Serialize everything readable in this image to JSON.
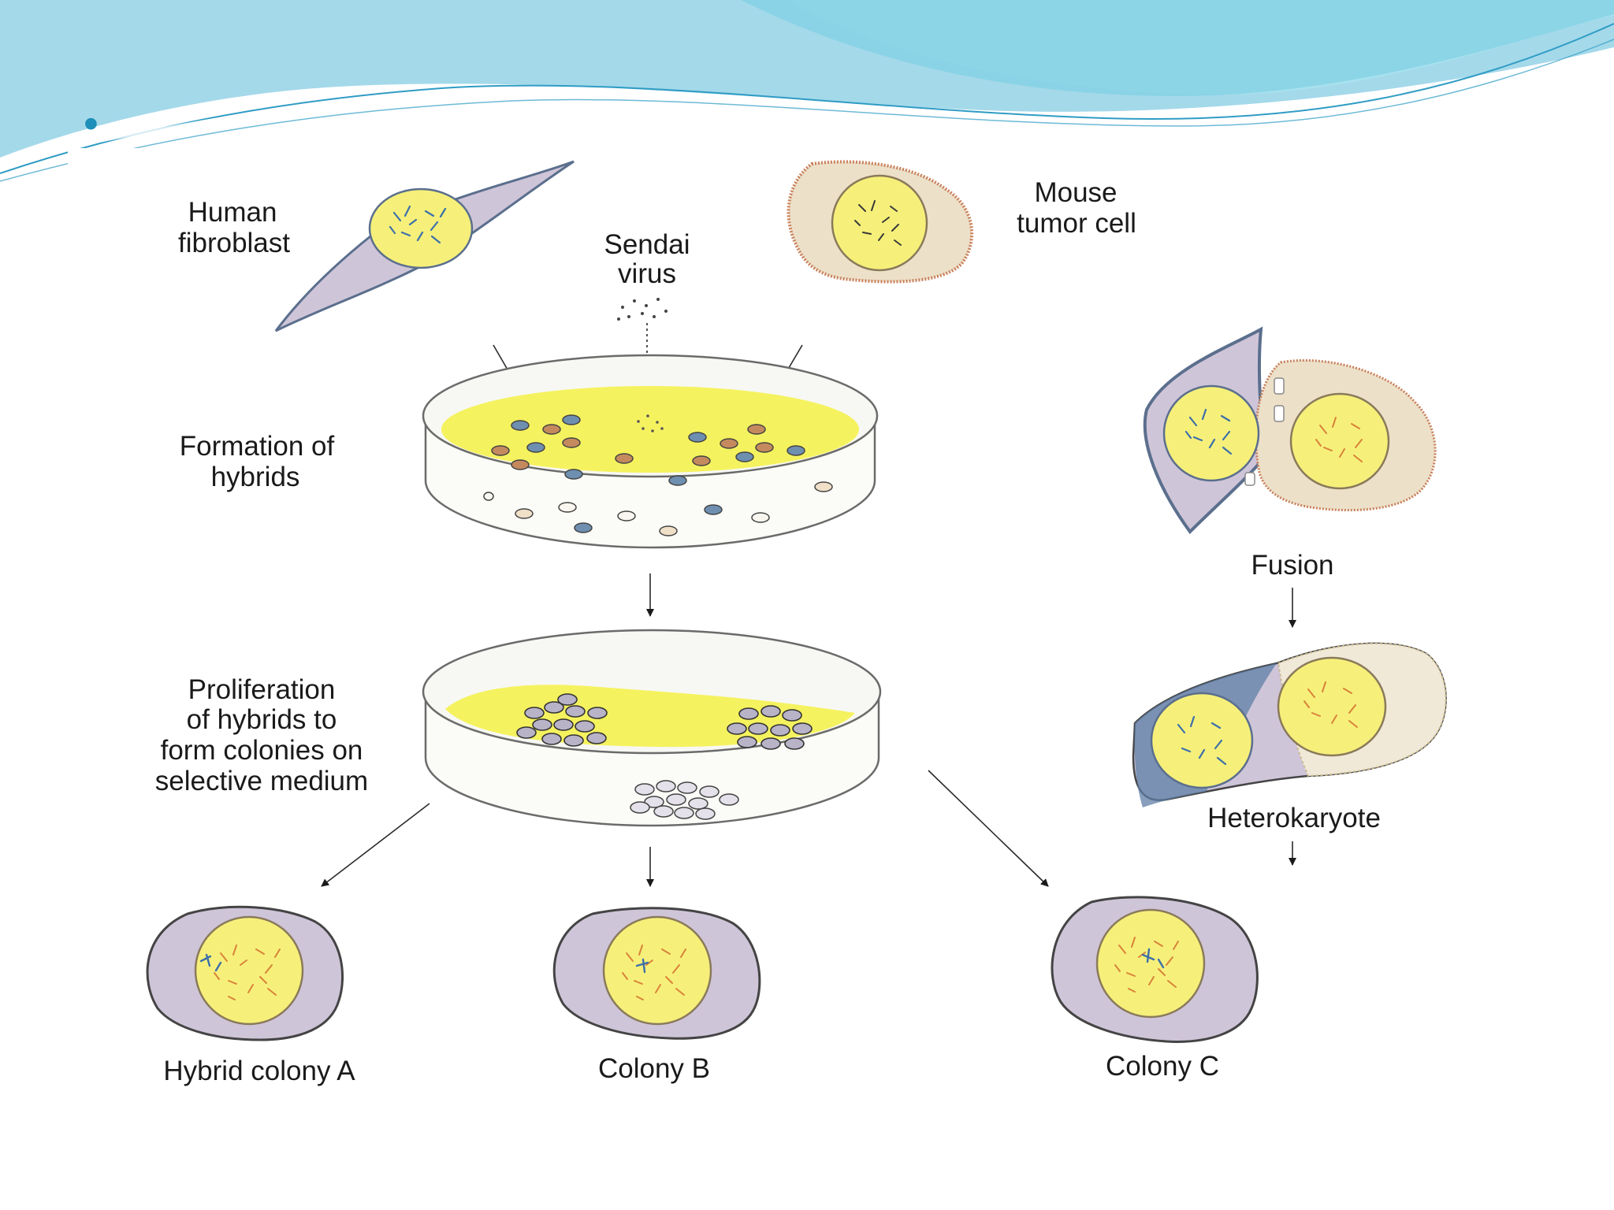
{
  "slide": {
    "bullet": "•",
    "theme_colors": {
      "wave_dark": "#5ab9d8",
      "wave_light": "#a9e1ee",
      "wave_line": "#2f9cc4"
    }
  },
  "diagram": {
    "labels": {
      "human_fibroblast": [
        "Human",
        "fibroblast"
      ],
      "mouse_tumor_cell": [
        "Mouse",
        "tumor cell"
      ],
      "sendai_virus": [
        "Sendai",
        "virus"
      ],
      "formation_of_hybrids": [
        "Formation of",
        "hybrids"
      ],
      "proliferation": [
        "Proliferation",
        "of hybrids to",
        "form colonies on",
        "selective medium"
      ],
      "fusion": "Fusion",
      "heterokaryote": "Heterokaryote",
      "hybrid_colony_a": "Hybrid colony A",
      "colony_b": "Colony B",
      "colony_c": "Colony C"
    },
    "colors": {
      "cytoplasm": "#cfc5d9",
      "nucleus": "#f6f07a",
      "mouse_cytoplasm": "#ece0c9",
      "mouse_border": "#c9805b",
      "fibroblast_border": "#5b6f8d",
      "chromosome_human": "#3d6fa8",
      "chromosome_mouse": "#d9823a"
    }
  }
}
